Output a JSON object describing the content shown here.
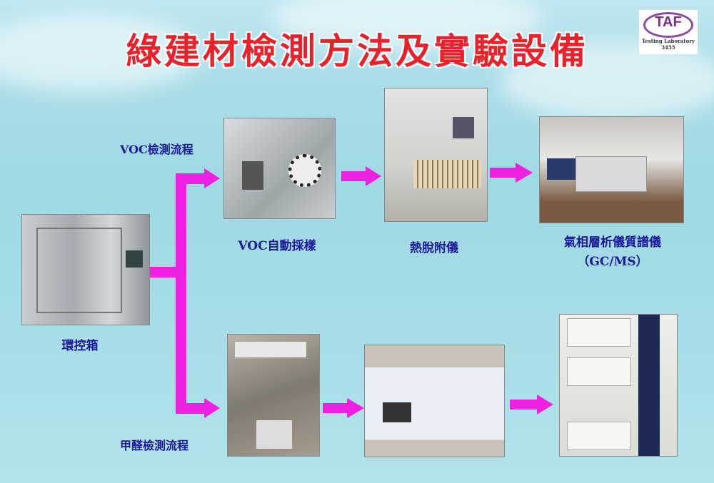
{
  "title": "綠建材檢測方法及實驗設備",
  "logo": {
    "mark": "TAF",
    "line1": "Testing Laboratory",
    "line2": "3455"
  },
  "flows": {
    "voc": "VOC檢測流程",
    "formaldehyde": "甲醛檢測流程"
  },
  "labels": {
    "chamber": "環控箱",
    "voc_sampler": "VOC自動採樣",
    "thermal_desorber": "熱脫附儀",
    "gcms_line1": "氣相層析儀質譜儀",
    "gcms_line2": "（GC/MS）"
  },
  "colors": {
    "arrow": "#f020e0",
    "title": "#e8222b",
    "label": "#1a1a9a"
  }
}
